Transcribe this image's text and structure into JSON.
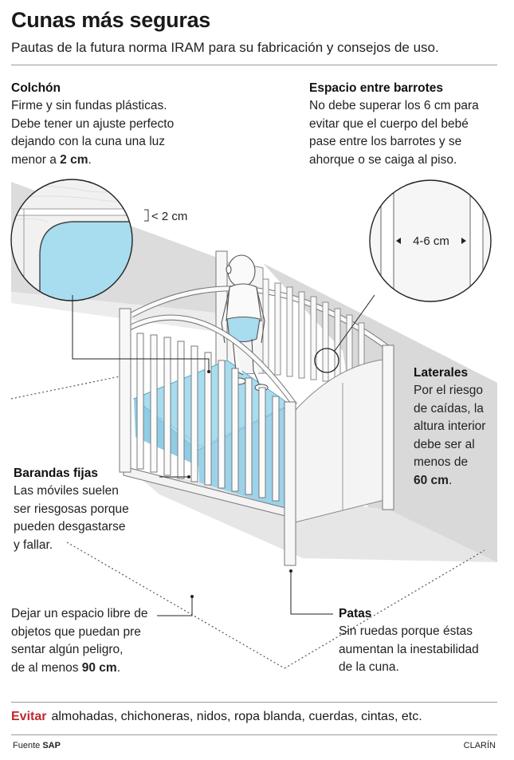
{
  "header": {
    "title": "Cunas más seguras",
    "subtitle": "Pautas de la futura norma IRAM para su fabricación y consejos de uso."
  },
  "mattress": {
    "heading": "Colchón",
    "text_pre": "Firme y sin fundas plásticas.\nDebe tener un ajuste perfecto\ndejando con la cuna una luz\nmenor a ",
    "text_bold": "2 cm",
    "text_post": ".",
    "gap_label": "< 2 cm"
  },
  "bars_space": {
    "heading": "Espacio entre barrotes",
    "text": "No debe superar los 6 cm para\nevitar que el cuerpo del bebé\npase entre los barrotes y se\nahorque o se caiga al piso.",
    "gap_label": "4-6 cm"
  },
  "sides": {
    "heading": "Laterales",
    "text_pre": "Por el riesgo\nde caídas, la\naltura interior\ndebe ser al\nmenos de\n",
    "text_bold": "60 cm",
    "text_post": "."
  },
  "fixed_rails": {
    "heading": "Barandas fijas",
    "text": "Las móviles suelen\nser riesgosas porque\npueden desgastarse\ny fallar."
  },
  "free_space": {
    "text_pre": "Dejar un espacio libre de\nobjetos que puedan pre\nsentar algún peligro,\nde al menos ",
    "text_bold": "90 cm",
    "text_post": "."
  },
  "legs": {
    "heading": "Patas",
    "text": "Sin ruedas porque éstas\naumentan la inestabilidad\nde la cuna."
  },
  "avoid": {
    "keyword": "Evitar",
    "text": "almohadas, chichoneras, nidos, ropa blanda, cuerdas, cintas, etc."
  },
  "footer": {
    "source_label": "Fuente",
    "source_value": "SAP",
    "brand": "CLARÍN"
  },
  "colors": {
    "accent": "#c0282d",
    "mattress_blue": "#a8dcef",
    "shadow": "#d6d6d6"
  }
}
